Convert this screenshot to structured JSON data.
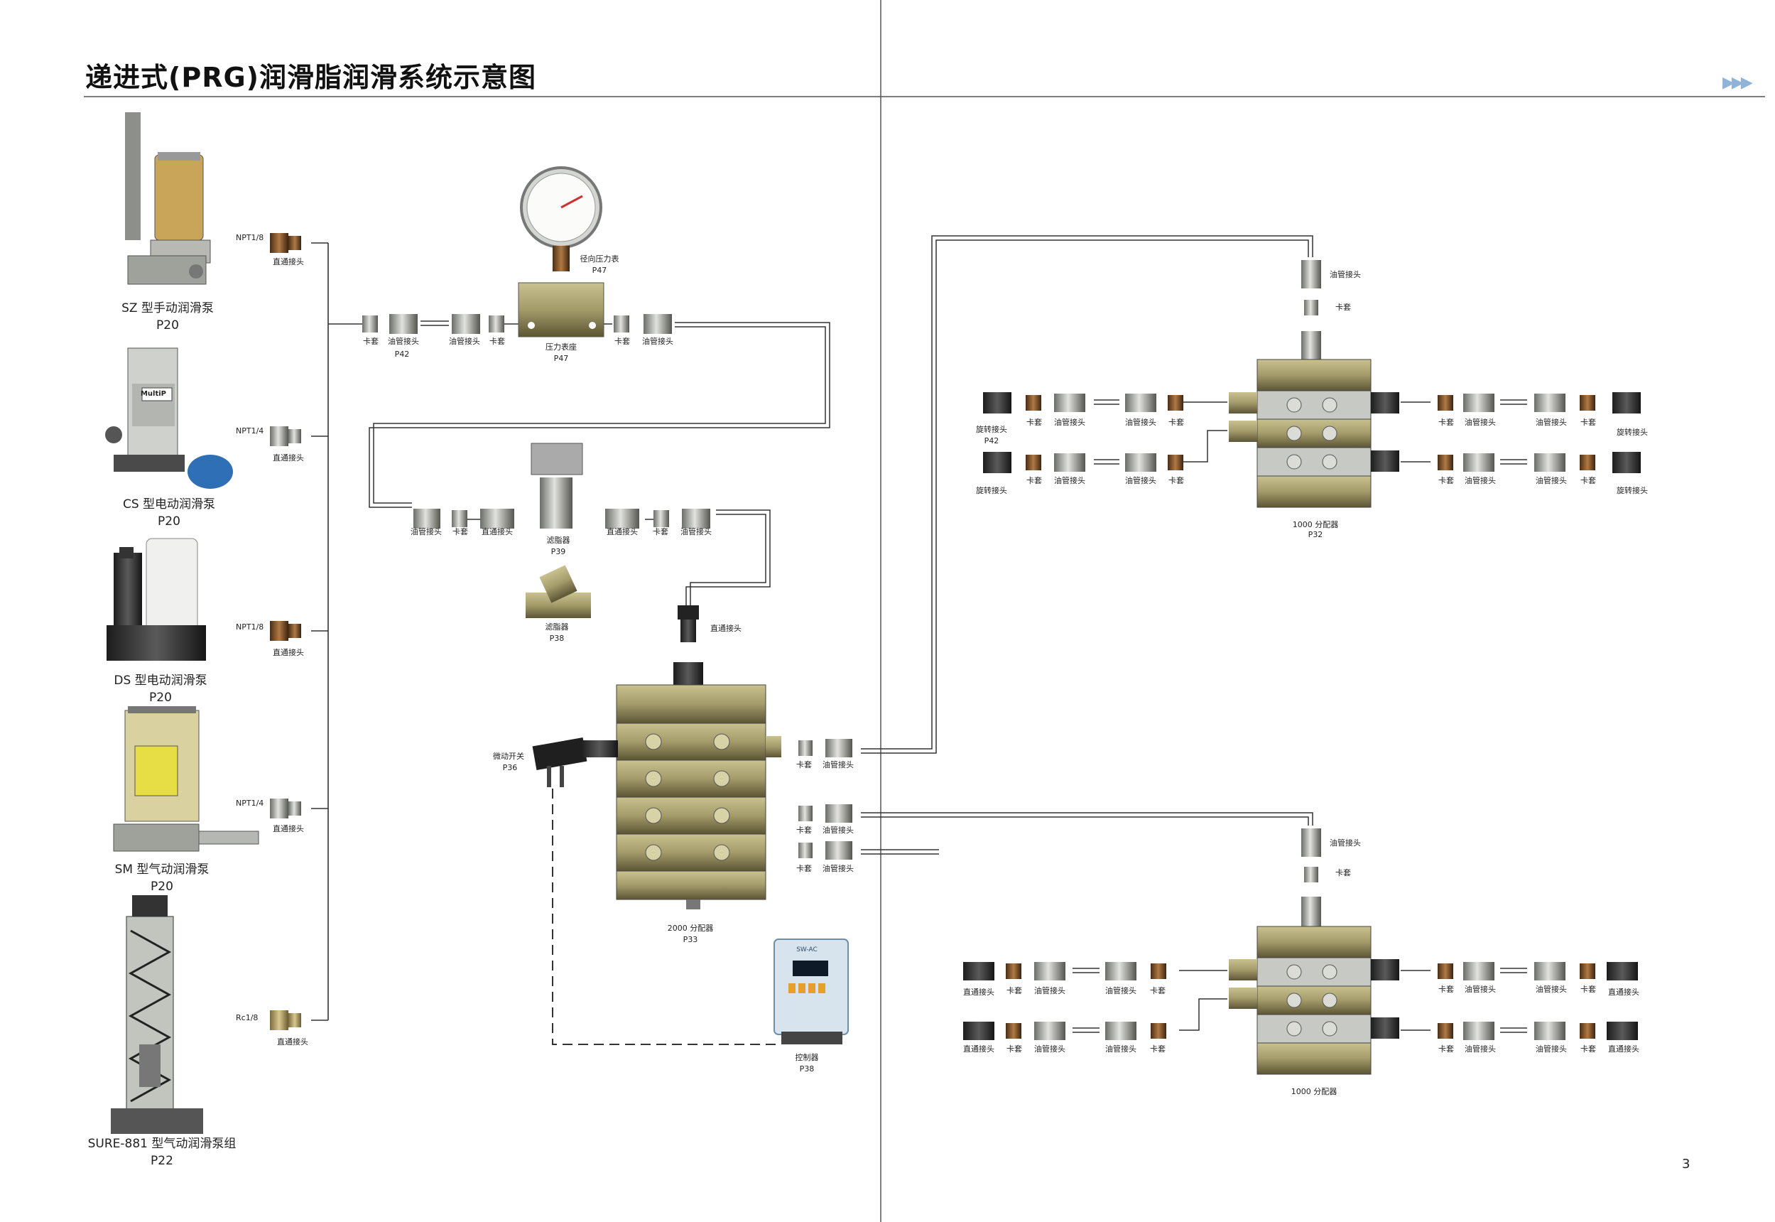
{
  "title": "递进式(PRG)润滑脂润滑系统示意图",
  "page_number": "3",
  "nav_icon": "triple-right-arrow-icon",
  "colors": {
    "metal": "#a39b6a",
    "metal_dark": "#5c5535",
    "steel": "#c7c9c4",
    "brass": "#8a5a32",
    "line": "#333333",
    "panel": "#d7e4ee"
  },
  "pumps": [
    {
      "name": "SZ 型手动润滑泵",
      "page": "P20",
      "thread": "NPT1/8",
      "fitting": "直通接头"
    },
    {
      "name": "CS 型电动润滑泵",
      "page": "P20",
      "thread": "NPT1/4",
      "fitting": "直通接头"
    },
    {
      "name": "DS 型电动润滑泵",
      "page": "P20",
      "thread": "NPT1/8",
      "fitting": "直通接头"
    },
    {
      "name": "SM 型气动润滑泵",
      "page": "P20",
      "thread": "NPT1/4",
      "fitting": "直通接头"
    },
    {
      "name": "SURE-881 型气动润滑泵组",
      "page": "P22",
      "thread": "Rc1/8",
      "fitting": "直通接头"
    }
  ],
  "pump_logo": "MultiP",
  "gauge": {
    "name": "径向压力表",
    "page": "P47"
  },
  "gauge_base": {
    "name": "压力表座",
    "page": "P47"
  },
  "line1": {
    "ka": "卡套",
    "youguan": "油管接头",
    "page": "P42"
  },
  "filter1": {
    "name": "滤脂器",
    "page": "P39"
  },
  "filter2": {
    "name": "滤脂器",
    "page": "P38"
  },
  "row2": {
    "youguan": "油管接头",
    "ka": "卡套",
    "zhitong": "直通接头"
  },
  "straight": "直通接头",
  "switch": {
    "name": "微动开关",
    "page": "P36"
  },
  "dist2000": {
    "name": "2000 分配器",
    "page": "P33"
  },
  "controller": {
    "name": "控制器",
    "page": "P38",
    "header": "SW-AC"
  },
  "dist1000_top": {
    "name": "1000 分配器",
    "page": "P32"
  },
  "dist1000_bottom": {
    "name": "1000 分配器"
  },
  "labels": {
    "ka": "卡套",
    "youguan": "油管接头",
    "xuanzhuan": "旋转接头",
    "zhitong": "直通接头",
    "p42": "P42"
  }
}
